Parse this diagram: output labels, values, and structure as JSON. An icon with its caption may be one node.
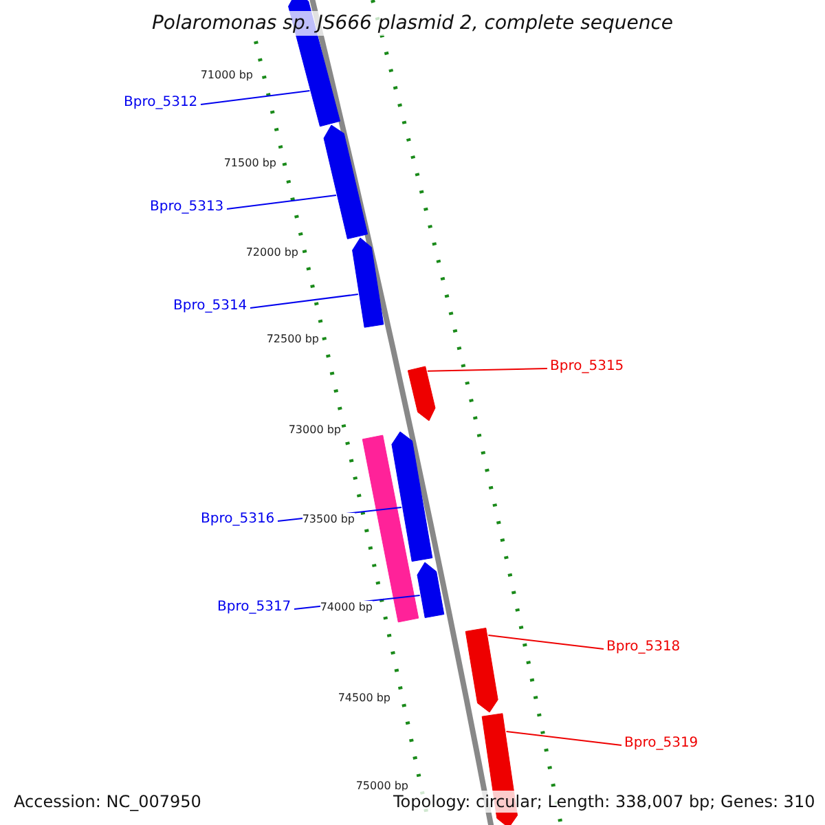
{
  "diagram": {
    "title": "Polaromonas sp. JS666 plasmid 2, complete sequence",
    "nodes": [
      {
        "text": [
          "Bpro_5312"
        ]
      },
      {
        "text": [
          "Bpro_5313"
        ]
      },
      {
        "text": [
          "Bpro_5314"
        ]
      },
      {
        "text": [
          "Bpro_5315"
        ]
      },
      {
        "text": [
          "Bpro_5316"
        ]
      },
      {
        "text": [
          "Bpro_5317"
        ]
      },
      {
        "text": [
          "Bpro_5318"
        ]
      },
      {
        "text": [
          "Bpro_5319"
        ]
      },
      {
        "text": [],
        "shape": "arrow"
      },
      {
        "text": [],
        "shape": "arrow"
      },
      {
        "text": [],
        "shape": "arrow"
      },
      {
        "text": [],
        "shape": "arrow"
      },
      {
        "text": [],
        "shape": "bar"
      },
      {
        "text": [],
        "shape": "arrow"
      },
      {
        "text": [],
        "shape": "arrow"
      },
      {
        "text": [],
        "shape": "arrow"
      },
      {
        "text": [],
        "shape": "arrow"
      }
    ],
    "edges": [
      {
        "from": 0,
        "to": 8,
        "arrow": "none"
      },
      {
        "from": 1,
        "to": 9,
        "arrow": "none"
      },
      {
        "from": 2,
        "to": 10,
        "arrow": "none"
      },
      {
        "from": 3,
        "to": 11,
        "arrow": "none",
        "color": "#ee0000"
      },
      {
        "from": 4,
        "to": 13,
        "arrow": "none"
      },
      {
        "from": 5,
        "to": 14,
        "arrow": "none"
      },
      {
        "from": 6,
        "to": 15,
        "arrow": "none",
        "color": "#ee0000"
      },
      {
        "from": 7,
        "to": 16,
        "arrow": "none",
        "color": "#ee0000"
      }
    ],
    "labels": [
      "71000 bp",
      "71500 bp",
      "72000 bp",
      "72500 bp",
      "73000 bp",
      "73500 bp",
      "74000 bp",
      "74500 bp",
      "75000 bp",
      "Accession: NC_007950",
      "Topology: circular; Length: 338,007 bp; Genes: 310"
    ]
  }
}
